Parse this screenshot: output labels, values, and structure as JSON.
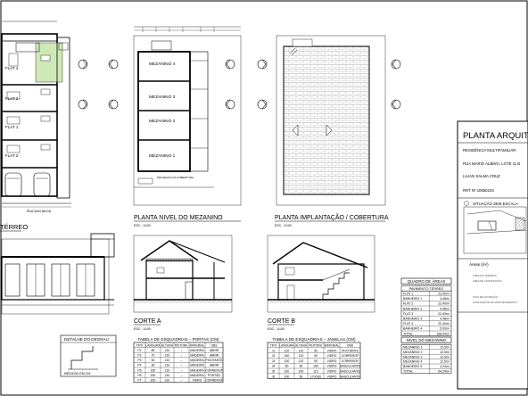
{
  "views": {
    "terreo_title": "TÉRREO",
    "street": "RUA SAVI NILDA",
    "units": [
      "FLAT 4",
      "FLAT 2",
      "FLAT 1",
      "FLAT 2"
    ],
    "mezanino_title": "PLANTA NIVEL DO MEZANINO",
    "mezanino_scale": "ESC.: 1/100",
    "mezanino_rooms": [
      "MEZANINO 4",
      "MEZANINO 3",
      "MEZANINO 2",
      "MEZANINO 1"
    ],
    "projection_note": "PROJEÇÃO DA COBERTURA",
    "cobertura_title": "PLANTA IMPLANTAÇÃO / COBERTURA",
    "cobertura_scale": "ESC.: 1/100",
    "corte_a_title": "CORTE A",
    "corte_a_scale": "ESC.: 1/100",
    "corte_b_title": "CORTE B",
    "corte_b_scale": "ESC.: 1/100",
    "degrau_title": "DETALHE DO DEGRAU",
    "degrau_note": "MEDIDAS EM CM"
  },
  "portas": {
    "title": "TABELA DE ESQUADRIAS – PORTAS (CM)",
    "headers": [
      "TIPO",
      "LARGURA",
      "ALTURA",
      "PEITORIL",
      "MATERIAL",
      "OBS"
    ],
    "rows": [
      [
        "P1",
        "80",
        "210",
        "–",
        "MADEIRA",
        "ABRIR"
      ],
      [
        "P2",
        "70",
        "210",
        "–",
        "MADEIRA",
        "ABRIR"
      ],
      [
        "P3",
        "60",
        "210",
        "–",
        "MADEIRA",
        "PIVOTANTE"
      ],
      [
        "P4",
        "90",
        "210",
        "–",
        "MADEIRA",
        "ABRIR"
      ],
      [
        "P5",
        "150",
        "210",
        "–",
        "MADEIRA",
        "CORRER/2F"
      ],
      [
        "P6",
        "200",
        "210",
        "–",
        "MADEIRA",
        "PORTÃO"
      ],
      [
        "P7",
        "200",
        "210",
        "–",
        "VIDRO",
        "CORRER/2F"
      ]
    ]
  },
  "janelas": {
    "title": "TABELA DE ESQUADRIAS – JANELAS (CM)",
    "headers": [
      "TIPO",
      "LARGURA",
      "ALTURA",
      "PEITORIL",
      "MATERIAL",
      "OBS"
    ],
    "rows": [
      [
        "J1",
        "120",
        "120",
        "90",
        "VIDRO",
        "PIVOTANTE"
      ],
      [
        "J2",
        "150",
        "120",
        "90",
        "VIDRO",
        "CORRER/2F"
      ],
      [
        "J3",
        "100",
        "120",
        "90",
        "VIDRO",
        "CORRER/2F"
      ],
      [
        "J4",
        "60",
        "60",
        "150",
        "VIDRO",
        "BASCULANTE"
      ],
      [
        "J5",
        "100",
        "100",
        "110",
        "VIDRO",
        "BASCULANTE"
      ],
      [
        "J6",
        "200",
        "50",
        "170/160",
        "VIDRO",
        "BASCULANTE"
      ]
    ]
  },
  "quadro": {
    "title": "QUADRO DE ÁREAS",
    "subtitle": "PAVIMENTO TÉRREO",
    "rows": [
      [
        "FLAT 1",
        "22,40m²"
      ],
      [
        "BANHEIRO 1",
        "4,48m²"
      ],
      [
        "FLAT 2",
        "22,40m²"
      ],
      [
        "BANHEIRO 2",
        "4,48m²"
      ],
      [
        "FLAT 3",
        "22,40m²"
      ],
      [
        "BANHEIRO 3",
        "4,48m²"
      ],
      [
        "FLAT 4",
        "22,40m²"
      ],
      [
        "BANHEIRO 4",
        "5,00m²"
      ],
      [
        "TOTAL",
        "108,04m²"
      ]
    ]
  },
  "mezanino_areas": {
    "title": "NÍVEL DO MEZANINO",
    "rows": [
      [
        "MEZANINO 1",
        "12,5m²"
      ],
      [
        "MEZANINO 2",
        "12,5m²"
      ],
      [
        "MEZANINO 3",
        "12,5m²"
      ],
      [
        "MEZANINO 4",
        "12,5m²"
      ],
      [
        "BANHEIRO 5",
        "4,24m²"
      ],
      [
        "TOTAL",
        "54,24m²"
      ]
    ]
  },
  "title_block": {
    "title": "PLANTA ARQUITETÔNICA",
    "project": "RESIDÊNCIA MULTIFAMILIAR",
    "address": "RUA MARIO ALBINO, LOTE 11 B",
    "author": "LILIAN SALMA CRUZ",
    "rrt": "RRT Nº 10656184",
    "situacao": "SITUAÇÃO SEM ESCALA",
    "areas_label": "Áreas (m²)",
    "area_lines": [
      "ÁREA DO TERRENO",
      "ÁREA DE CONSTRUÇÃO",
      "TAXA DE OCUPAÇÃO",
      "COEFICIENTE DE APROVEITAMENTO"
    ]
  }
}
